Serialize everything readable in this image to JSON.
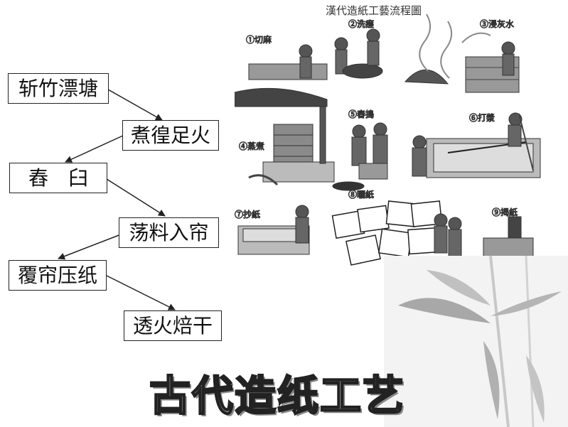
{
  "flow": {
    "steps": [
      "斩竹漂塘",
      "煮徨足火",
      "舂　臼",
      "荡料入帘",
      "覆帘压纸",
      "透火焙干"
    ]
  },
  "illustration": {
    "title": "漢代造紙工藝流程圖",
    "captions": [
      "①切麻",
      "②洗瘥",
      "③浸灰水",
      "④蒸煮",
      "⑤舂搗",
      "⑥打漿",
      "⑦抄紙",
      "⑧曬紙",
      "⑨揭紙"
    ]
  },
  "footer": {
    "title": "古代造纸工艺"
  },
  "colors": {
    "ink": "#111111",
    "box_border": "#222222",
    "illustration_tone": "#777777"
  }
}
